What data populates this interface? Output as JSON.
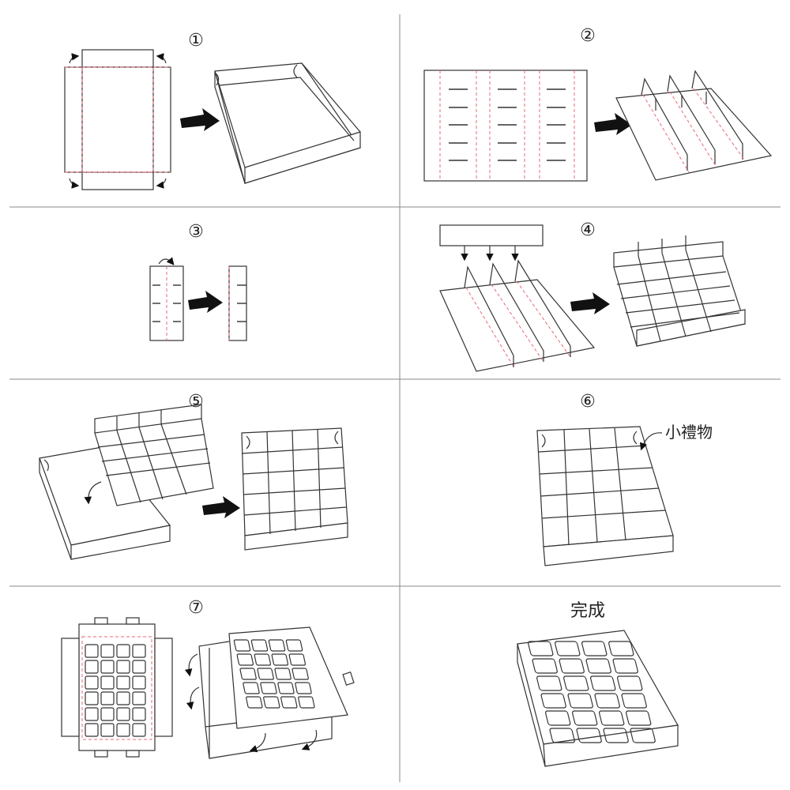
{
  "steps": [
    {
      "label": "①"
    },
    {
      "label": "②"
    },
    {
      "label": "③"
    },
    {
      "label": "④"
    },
    {
      "label": "⑤"
    },
    {
      "label": "⑥",
      "callout": "小禮物"
    },
    {
      "label": "⑦"
    },
    {
      "label": "完成"
    }
  ],
  "colors": {
    "line": "#333333",
    "fold_line": "#e86a78",
    "arrow": "#111111"
  }
}
